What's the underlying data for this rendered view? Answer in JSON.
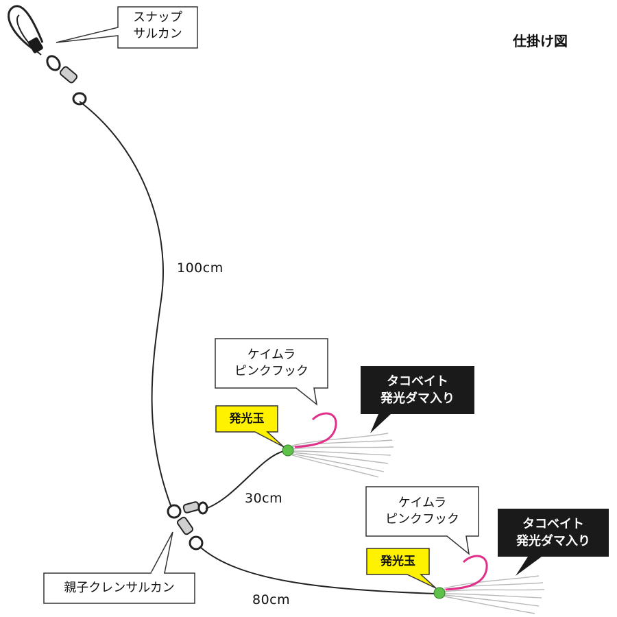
{
  "title": "仕掛け図",
  "labels": {
    "snap_swivel": [
      "スナップ",
      "サルカン"
    ],
    "len_main": "100cm",
    "hook_upper": [
      "ケイムラ",
      "ピンクフック"
    ],
    "bait_upper": [
      "タコベイト",
      "発光ダマ入り"
    ],
    "glow_upper": "発光玉",
    "len_upper": "30cm",
    "hook_lower": [
      "ケイムラ",
      "ピンクフック"
    ],
    "bait_lower": [
      "タコベイト",
      "発光ダマ入り"
    ],
    "glow_lower": "発光玉",
    "three_way_swivel": "親子クレンサルカン",
    "len_lower": "80cm"
  },
  "colors": {
    "line": "#222222",
    "hook": "#e0308a",
    "bead": "#5ec24a",
    "skirt": "#b9b9b9",
    "callout_dark": "#1a1a1a",
    "callout_yellow": "#fff200"
  }
}
